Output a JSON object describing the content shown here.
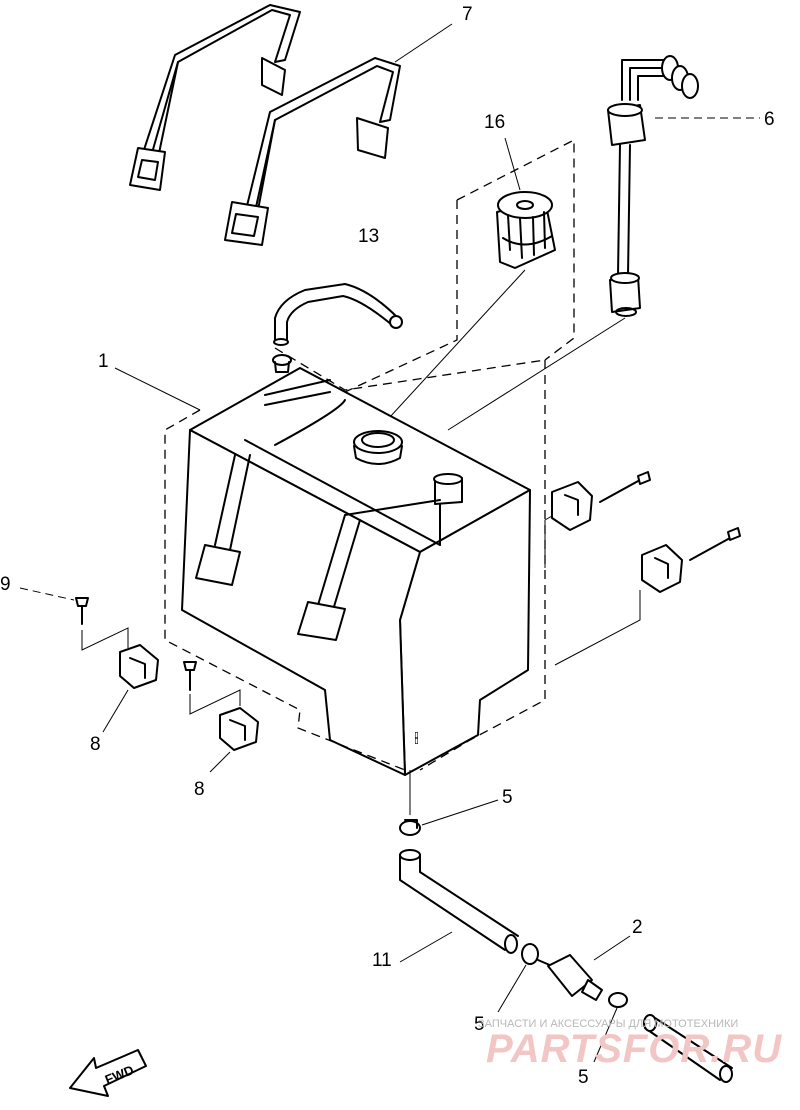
{
  "callouts": {
    "c1": "1",
    "c2": "2",
    "c5a": "5",
    "c5b": "5",
    "c5c": "5",
    "c6": "6",
    "c7": "7",
    "c8a": "8",
    "c8b": "8",
    "c9": "9",
    "c11": "11",
    "c13": "13",
    "c16": "16"
  },
  "fwd_label": "FWD",
  "watermark": {
    "tagline": "ЗАПЧАСТИ И АКСЕССУАРЫ ДЛЯ МОТОТЕХНИКИ",
    "brand": "PARTSFOR.RU"
  },
  "colors": {
    "line": "#000000",
    "background": "#ffffff",
    "watermark_brand": "#f3c6c6",
    "watermark_tagline": "#b8b8b8"
  }
}
